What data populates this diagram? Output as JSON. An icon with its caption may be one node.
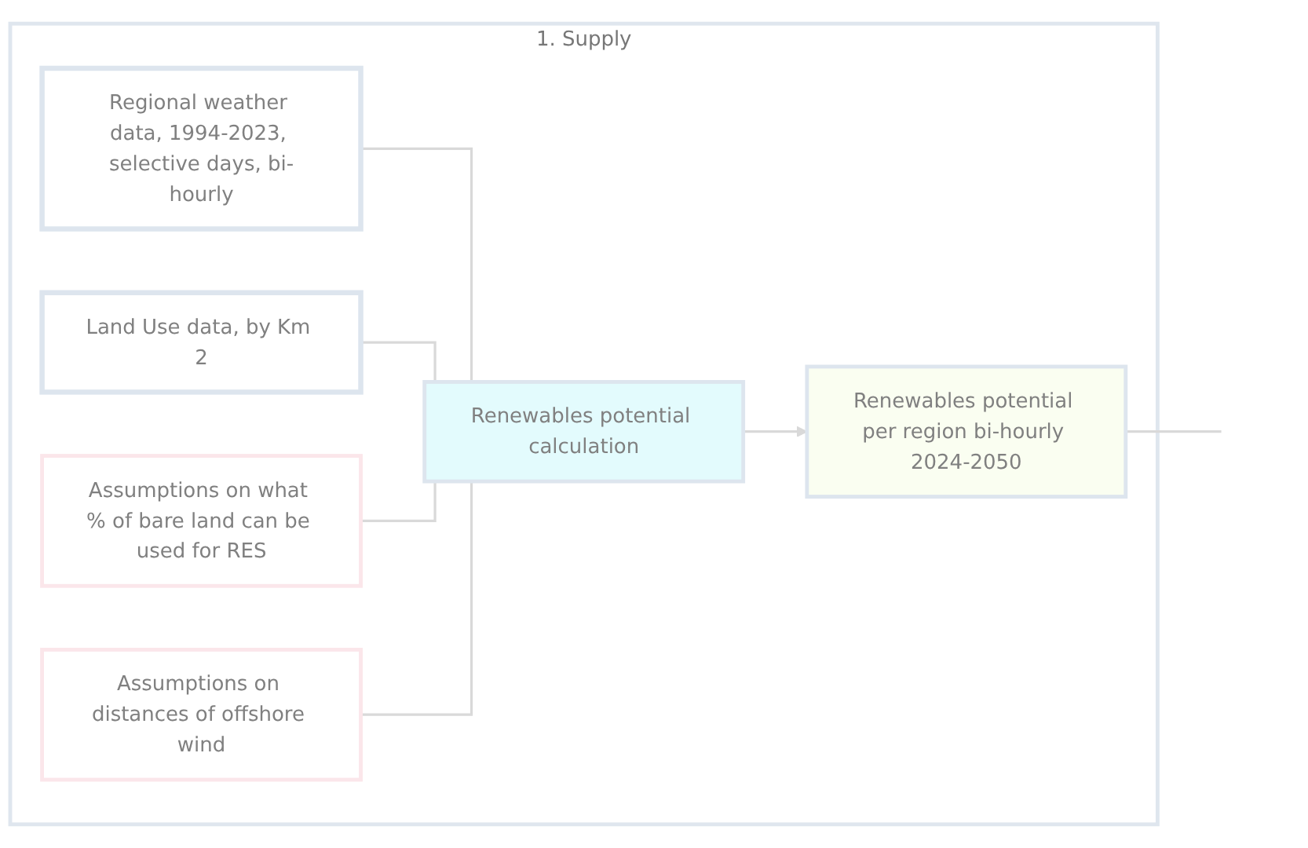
{
  "diagram": {
    "nodes": [
      {
        "text": [
          "1. Supply"
        ]
      },
      {
        "text": [
          "Regional weather data, 1994-2023, selective days, bi-hourly"
        ],
        "in": 0
      },
      {
        "text": [
          "Land Use data, by Km 2"
        ],
        "in": 0
      },
      {
        "text": [
          "Assumptions on what % of bare land can be used for RES"
        ],
        "in": 0
      },
      {
        "text": [
          "Assumptions on distances of offshore wind"
        ],
        "in": 0
      },
      {
        "text": [
          "Renewables potential calculation"
        ],
        "in": 0
      },
      {
        "text": [
          "Renewables potential per region bi-hourly 2024-2050"
        ],
        "in": 0
      }
    ],
    "edges": [
      {
        "from": 1,
        "to": 5,
        "arrow": "none"
      },
      {
        "from": 2,
        "to": 5,
        "arrow": "none"
      },
      {
        "from": 3,
        "to": 5,
        "arrow": "none"
      },
      {
        "from": 4,
        "to": 5,
        "arrow": "none"
      },
      {
        "from": 5,
        "to": 6,
        "arrow": "to"
      },
      {
        "from": 6,
        "to": null,
        "arrow": "none"
      }
    ]
  }
}
